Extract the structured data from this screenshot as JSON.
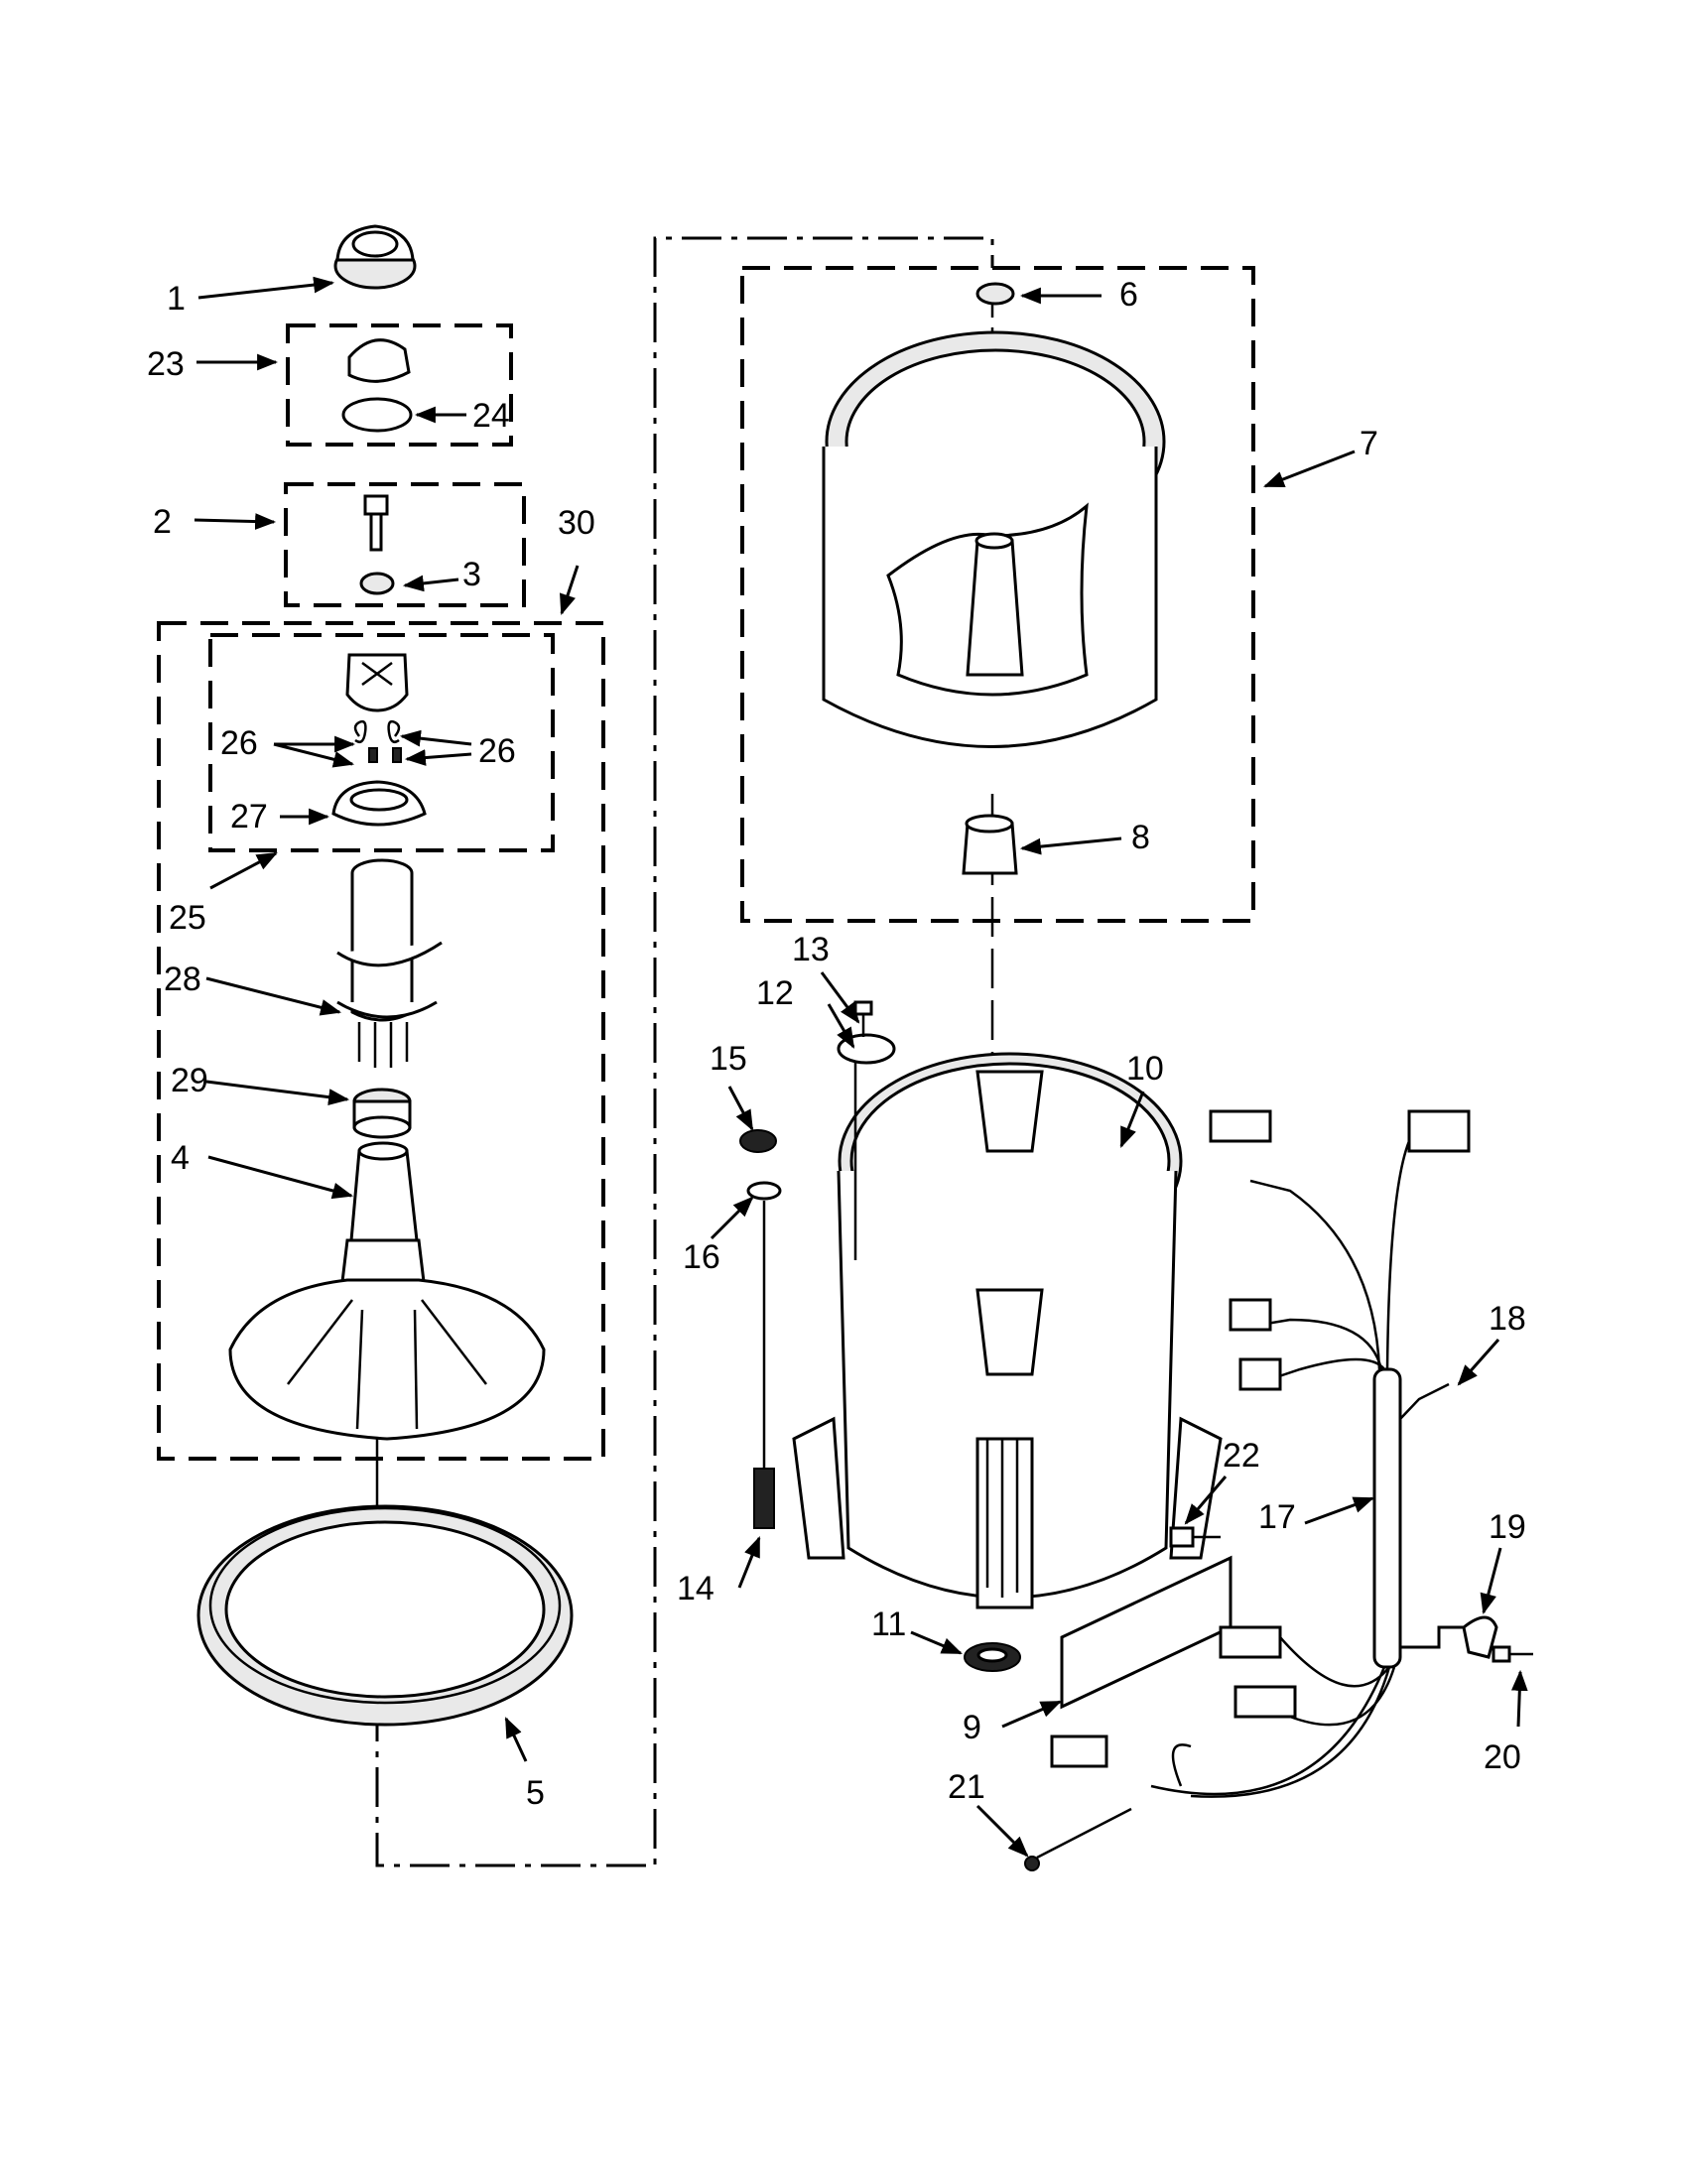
{
  "diagram": {
    "callouts": [
      {
        "id": "1",
        "text": "1"
      },
      {
        "id": "2",
        "text": "2"
      },
      {
        "id": "3",
        "text": "3"
      },
      {
        "id": "4",
        "text": "4"
      },
      {
        "id": "5",
        "text": "5"
      },
      {
        "id": "6",
        "text": "6"
      },
      {
        "id": "7",
        "text": "7"
      },
      {
        "id": "8",
        "text": "8"
      },
      {
        "id": "9",
        "text": "9"
      },
      {
        "id": "10",
        "text": "10"
      },
      {
        "id": "11",
        "text": "11"
      },
      {
        "id": "12",
        "text": "12"
      },
      {
        "id": "13",
        "text": "13"
      },
      {
        "id": "14",
        "text": "14"
      },
      {
        "id": "15",
        "text": "15"
      },
      {
        "id": "16",
        "text": "16"
      },
      {
        "id": "17",
        "text": "17"
      },
      {
        "id": "18",
        "text": "18"
      },
      {
        "id": "19",
        "text": "19"
      },
      {
        "id": "20",
        "text": "20"
      },
      {
        "id": "21",
        "text": "21"
      },
      {
        "id": "22",
        "text": "22"
      },
      {
        "id": "23",
        "text": "23"
      },
      {
        "id": "24",
        "text": "24"
      },
      {
        "id": "25",
        "text": "25"
      },
      {
        "id": "26a",
        "text": "26"
      },
      {
        "id": "26b",
        "text": "26"
      },
      {
        "id": "27",
        "text": "27"
      },
      {
        "id": "28",
        "text": "28"
      },
      {
        "id": "29",
        "text": "29"
      },
      {
        "id": "30",
        "text": "30"
      }
    ]
  }
}
